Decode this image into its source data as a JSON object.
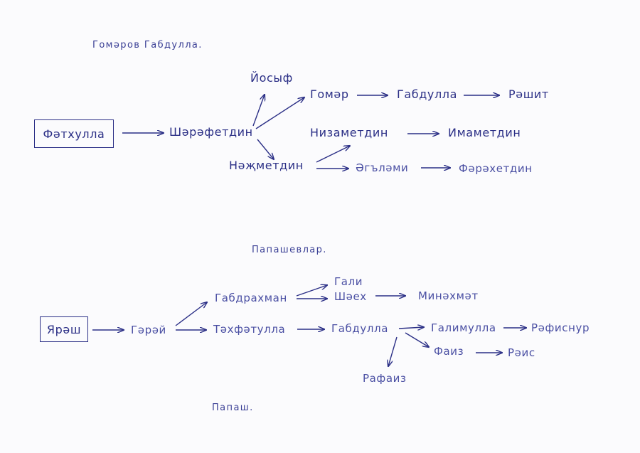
{
  "tree1": {
    "title": "Гомәров Габдулла.",
    "nodes": {
      "root": "Фәтхулла",
      "sharafetdin": "Шәрәфетдин",
      "yosyf": "Йосыф",
      "gomar": "Гомәр",
      "gabdulla": "Габдулла",
      "rashit": "Рәшит",
      "nizametdin": "Низаметдин",
      "imametdin": "Имаметдин",
      "najmetdin": "Нәҗметдин",
      "agalami": "Әгъләми",
      "farahetdin": "Фәрәхетдин"
    }
  },
  "tree2": {
    "title": "Папашевлар.",
    "nodes": {
      "root": "Ярәш",
      "garay": "Гәрәй",
      "gabdrahman": "Габдрахман",
      "gali": "Гали",
      "shaeh": "Шәех",
      "minahmat": "Минәхмәт",
      "tohfatulla": "Тәхфәтулла",
      "gabdulla": "Габдулла",
      "galimulla": "Галимулла",
      "rafisnur": "Рәфиснур",
      "faiz": "Фаиз",
      "rais": "Рәис",
      "rafaiz": "Рафаиз"
    }
  },
  "footer_title": "Папаш.",
  "colors": {
    "ink": "#2b2f86",
    "paper": "#fbfbfd"
  }
}
